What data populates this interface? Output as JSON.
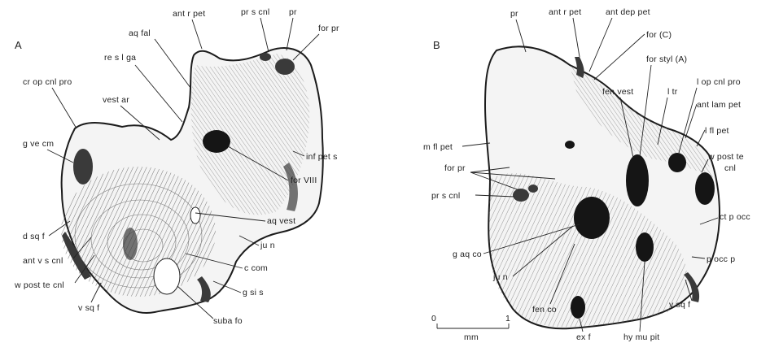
{
  "panels": {
    "a": "A",
    "b": "B"
  },
  "labels_a": [
    "ant r pet",
    "pr s cnl",
    "pr",
    "for pr",
    "aq fal",
    "re s l ga",
    "cr op cnl pro",
    "vest ar",
    "g ve cm",
    "inf pet s",
    "for VIII",
    "aq vest",
    "ju n",
    "d sq f",
    "ant v s cnl",
    "c com",
    "g si s",
    "w post te cnl",
    "v sq f",
    "suba fo"
  ],
  "labels_b": [
    "pr",
    "ant r pet",
    "ant dep pet",
    "for (C)",
    "for styl (A)",
    "fen vest",
    "l tr",
    "l op cnl pro",
    "ant lam pet",
    "m fl pet",
    "l fl pet",
    "w post te",
    "cnl",
    "for pr",
    "pr s cnl",
    "ct p occ",
    "g aq co",
    "ju n",
    "p occ p",
    "v sq f",
    "fen co",
    "ex f",
    "hy mu pit"
  ],
  "scale": {
    "start": "0",
    "end": "1",
    "unit": "mm"
  }
}
